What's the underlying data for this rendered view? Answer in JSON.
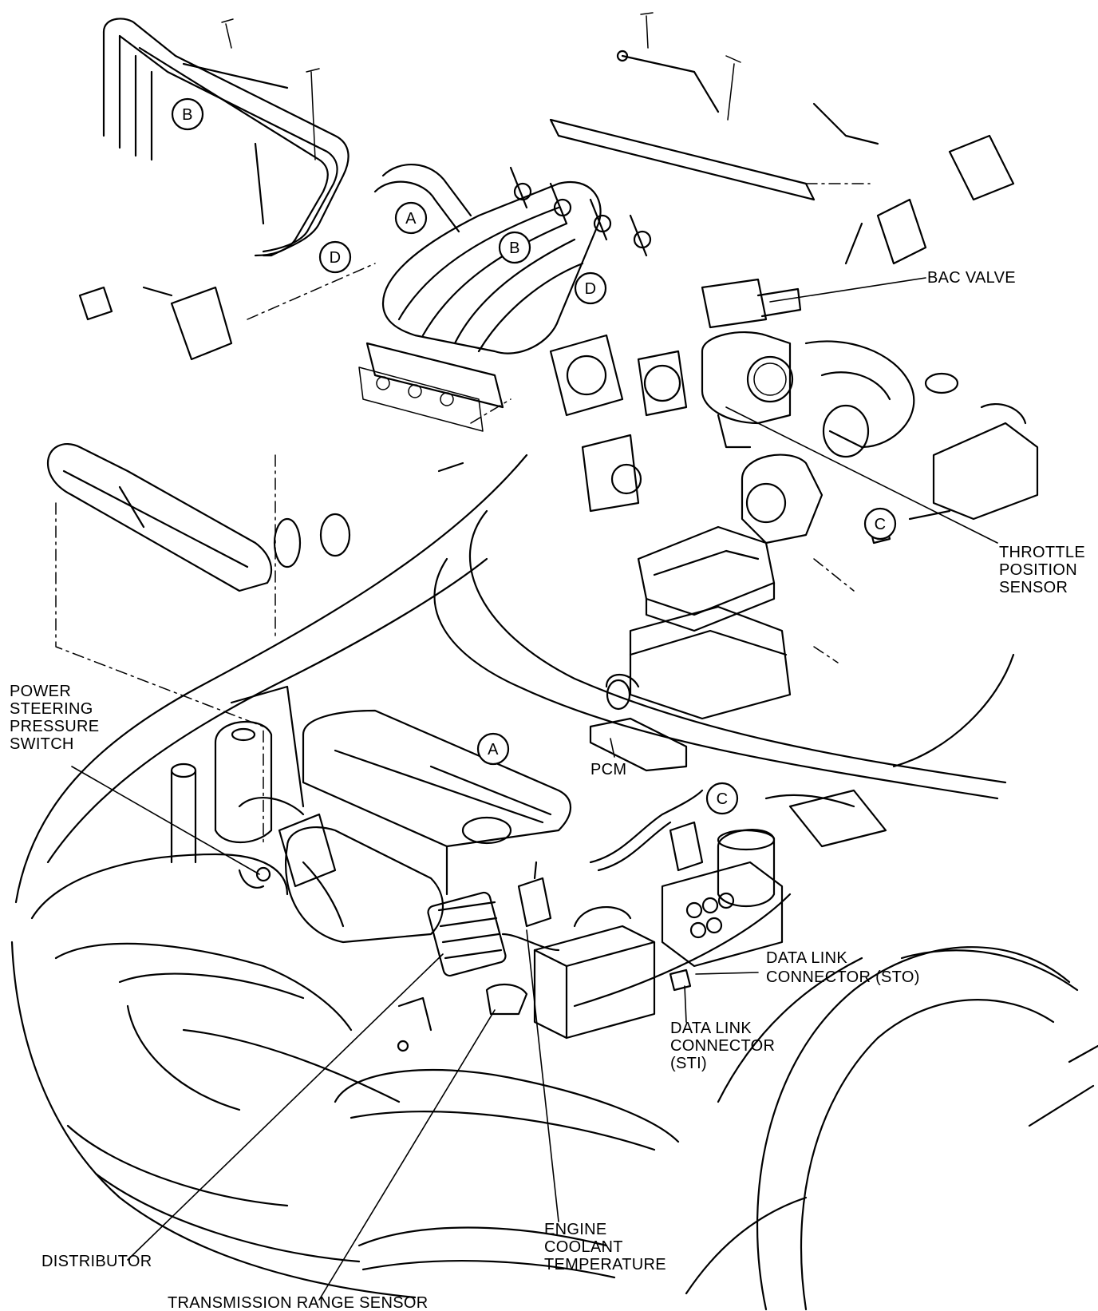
{
  "labels": {
    "bac_valve": "BAC VALVE",
    "throttle_position_sensor": [
      "THROTTLE",
      "POSITION",
      "SENSOR"
    ],
    "power_steering_pressure_switch": [
      "POWER",
      "STEERING",
      "PRESSURE",
      "SWITCH"
    ],
    "pcm": "PCM",
    "data_link_connector_sto": [
      "DATA LINK",
      "CONNECTOR (STO)"
    ],
    "data_link_connector_sti": [
      "DATA LINK",
      "CONNECTOR",
      "(STI)"
    ],
    "distributor": "DISTRIBUTOR",
    "engine_coolant_temperature": [
      "ENGINE",
      "COOLANT",
      "TEMPERATURE"
    ],
    "transmission_range_sensor": "TRANSMISSION RANGE SENSOR"
  },
  "callouts": {
    "a": "A",
    "b": "B",
    "c": "C",
    "d": "D"
  }
}
